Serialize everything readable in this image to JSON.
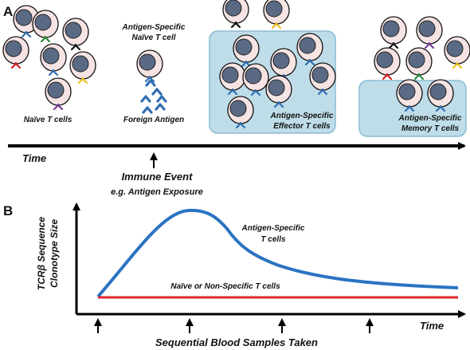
{
  "panel_a": {
    "label": "A",
    "naive_caption": "Naïve T cells",
    "specific_naive_line1": "Antigen-Specific",
    "specific_naive_line2": "Naïve T cell",
    "foreign_antigen": "Foreign Antigen",
    "effector_line1": "Antigen-Specific",
    "effector_line2": "Effector T cells",
    "memory_line1": "Antigen-Specific",
    "memory_line2": "Memory T cells",
    "time_label": "Time",
    "event_line1": "Immune Event",
    "event_line2": "e.g. Antigen Exposure"
  },
  "panel_b": {
    "label": "B",
    "ylabel_line1": "TCRβ Sequence",
    "ylabel_line2": "Clonotype Size",
    "curve_label_line1": "Antigen-Specific",
    "curve_label_line2": "T cells",
    "flat_label": "Naïve or Non-Specific T cells",
    "time_label": "Time",
    "samples_label": "Sequential Blood Samples Taken"
  },
  "colors": {
    "cell_fill": "#f6e3e3",
    "nucleus": "#5a6a84",
    "box_fill": "#bfdde9",
    "box_stroke": "#8cbcd2",
    "specific_receptor": "#2f6fb3",
    "curve_specific": "#2b73c2",
    "curve_flat": "#e0252a",
    "other_receptors": [
      "#2a8a3a",
      "#111111",
      "#d62020",
      "#f0c020",
      "#7a3a9a"
    ]
  }
}
